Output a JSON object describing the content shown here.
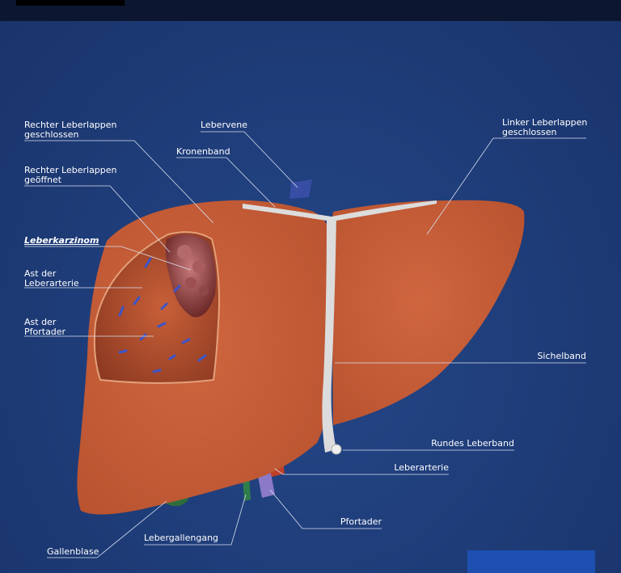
{
  "colors": {
    "background": "#1e3c78",
    "liver": "#c65a36",
    "liver_dark": "#a8462a",
    "tumor": "#8a3a3a",
    "ligament": "#dcdcdc",
    "vessel_blue": "#3c55c8",
    "gallbladder": "#2f6e3c",
    "label_text": "#ffffff"
  },
  "labels": {
    "rechter_geschlossen": [
      "Rechter Leberlappen",
      "geschlossen"
    ],
    "rechter_geoeffnet": [
      "Rechter Leberlappen",
      "geöffnet"
    ],
    "leberkarzinom": "Leberkarzinom",
    "ast_leberarterie": [
      "Ast der",
      "Leberarterie"
    ],
    "ast_pfortader": [
      "Ast der",
      "Pfortader"
    ],
    "lebervene": "Lebervene",
    "kronenband": "Kronenband",
    "linker_geschlossen": [
      "Linker Leberlappen",
      "geschlossen"
    ],
    "sichelband": "Sichelband",
    "rundes_leberband": "Rundes Leberband",
    "leberarterie": "Leberarterie",
    "pfortader": "Pfortader",
    "lebergallengang": "Lebergallengang",
    "gallenblase": "Gallenblase"
  }
}
